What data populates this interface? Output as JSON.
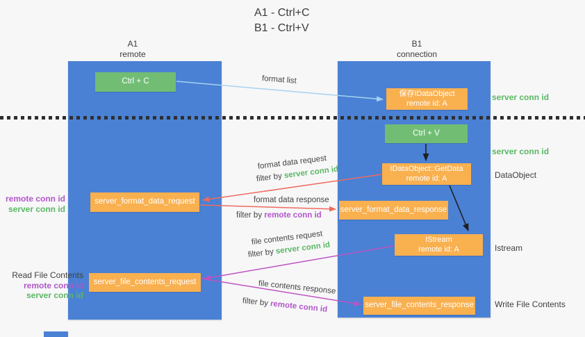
{
  "title": {
    "line1": "A1 - Ctrl+C",
    "line2": "B1 - Ctrl+V"
  },
  "columns": {
    "left": {
      "name": "A1",
      "role": "remote"
    },
    "right": {
      "name": "B1",
      "role": "connection"
    }
  },
  "nodes": {
    "ctrl_c": {
      "label": "Ctrl + C"
    },
    "ctrl_v": {
      "label": "Ctrl + V"
    },
    "save_dataobject": {
      "line1": "保存IDataObject",
      "line2": "remote id: A"
    },
    "getdata": {
      "line1": "IDataObject::GetData",
      "line2": "remote id: A"
    },
    "istream": {
      "line1": "IStream",
      "line2": "remote id: A"
    },
    "format_request": {
      "label": "server_format_data_request"
    },
    "format_response": {
      "label": "server_format_data_response"
    },
    "file_request": {
      "label": "server_file_contents_request"
    },
    "file_response": {
      "label": "server_file_contents_response"
    }
  },
  "edges": {
    "format_list": {
      "label": "format list"
    },
    "format_data_request": {
      "label": "format data request",
      "filter_prefix": "filter by ",
      "filter_id": "server conn id"
    },
    "format_data_response": {
      "label": "format data response",
      "filter_prefix": "filter by ",
      "filter_id": "remote conn id"
    },
    "file_contents_request": {
      "label": "file contents request",
      "filter_prefix": "filter by ",
      "filter_id": "server conn id"
    },
    "file_contents_response": {
      "label": "file contents response",
      "filter_prefix": "filter by ",
      "filter_id": "remote conn id"
    }
  },
  "side_labels": {
    "right": {
      "server_conn_id_top": "server conn id",
      "server_conn_id_mid": "server conn id",
      "dataobject": "DataObject",
      "istream": "Istream",
      "write_file_contents": "Write File Contents"
    },
    "left": {
      "remote_conn_id_1": "remote conn id",
      "server_conn_id_1": "server conn id",
      "read_file_contents": "Read File Contents",
      "remote_conn_id_2": "remote conn id",
      "server_conn_id_2": "server conn id"
    }
  },
  "colors": {
    "column_blue": "#4a81d4",
    "node_green": "#71bd74",
    "node_orange": "#f9b04f",
    "text_green": "#5bb763",
    "text_purple": "#b256c8",
    "arrow_red": "#ee6b5f",
    "arrow_magenta": "#bd53c3",
    "arrow_light_blue": "#a5d2f0",
    "arrow_black": "#1f1f1f"
  }
}
